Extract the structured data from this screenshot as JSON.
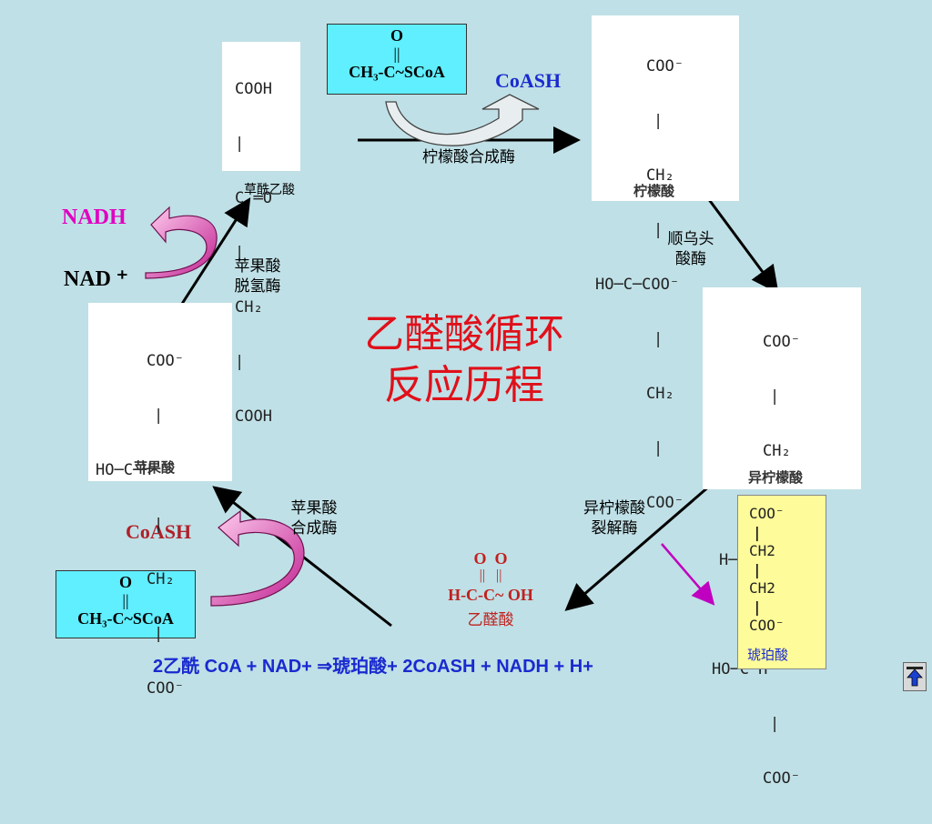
{
  "title": {
    "line1": "乙醛酸循环",
    "line2": "反应历程"
  },
  "molecules": {
    "oxaloacetate": {
      "lines": [
        "COOH",
        "|",
        "C ═O",
        "|",
        "CH₂",
        "|",
        "COOH"
      ],
      "name": "草酰乙酸"
    },
    "citrate": {
      "lines": [
        "COO⁻",
        "|",
        "CH₂",
        "|",
        "HO─C─COO⁻",
        "|",
        "CH₂",
        "|",
        "COO⁻"
      ],
      "name": "柠檬酸"
    },
    "isocitrate": {
      "lines": [
        "COO⁻",
        "|",
        "CH₂",
        "|",
        "H─C─COO⁻",
        "|",
        "HO─C─H",
        "|",
        "COO⁻"
      ],
      "name": "异柠檬酸"
    },
    "malate": {
      "lines": [
        "COO⁻",
        "|",
        "HO─C─H",
        "|",
        "CH₂",
        "|",
        "COO⁻"
      ],
      "name": "苹果酸"
    },
    "succinate": {
      "lines": [
        "COO⁻",
        "|",
        "CH2",
        "|",
        "CH2",
        "|",
        "COO⁻"
      ],
      "name": "琥珀酸"
    },
    "glyoxylate": {
      "o_line": "O  O",
      "bond_line": "||   ||",
      "formula": "H-C-C~ OH",
      "name": "乙醛酸"
    }
  },
  "acetylcoa_top": {
    "o": "O",
    "bond": "||",
    "formula": "CH₃-C~SCoA"
  },
  "acetylcoa_bottom": {
    "o": "O",
    "bond": "||",
    "formula": "CH₃-C~SCoA"
  },
  "cofactors": {
    "coash_top": "CoASH",
    "coash_bottom": "CoASH",
    "nadh": "NADH",
    "nad": "NAD ⁺"
  },
  "enzymes": {
    "citrate_synthase": "柠檬酸合成酶",
    "aconitase_1": "顺乌头",
    "aconitase_2": "酸酶",
    "malate_dh_1": "苹果酸",
    "malate_dh_2": "脱氢酶",
    "isocitrate_lyase_1": "异柠檬酸",
    "isocitrate_lyase_2": "裂解酶",
    "malate_synthase_1": "苹果酸",
    "malate_synthase_2": "合成酶"
  },
  "equation": "2乙酰 CoA + NAD+ ⇒琥珀酸+ 2CoASH + NADH + H+",
  "colors": {
    "background": "#bfe0e6",
    "title": "#e0101a",
    "cyan_box": "#5fefff",
    "coash_top": "#1a2ad0",
    "coash_bottom": "#b0202a",
    "nadh": "#e000c0",
    "glyoxylate": "#c0201e",
    "equation": "#1a2ad0",
    "succinate_box": "#fefc9a"
  },
  "icons": {
    "nav": "home-up-icon"
  }
}
